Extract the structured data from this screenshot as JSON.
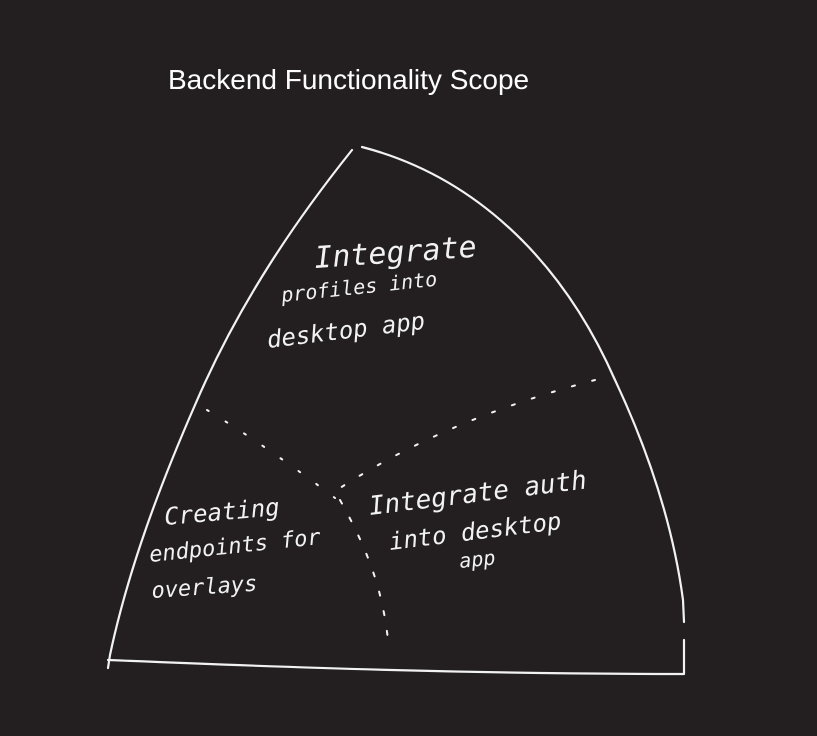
{
  "title": "Backend Functionality Scope",
  "colors": {
    "background": "#231f20",
    "ink": "#f2f2f2"
  },
  "regions": {
    "top": {
      "lines": [
        "Integrate",
        "profiles into",
        "desktop app"
      ]
    },
    "left": {
      "lines": [
        "Creating",
        "endpoints for",
        "overlays"
      ]
    },
    "right": {
      "lines": [
        "Integrate auth",
        "into desktop",
        "app"
      ]
    }
  }
}
